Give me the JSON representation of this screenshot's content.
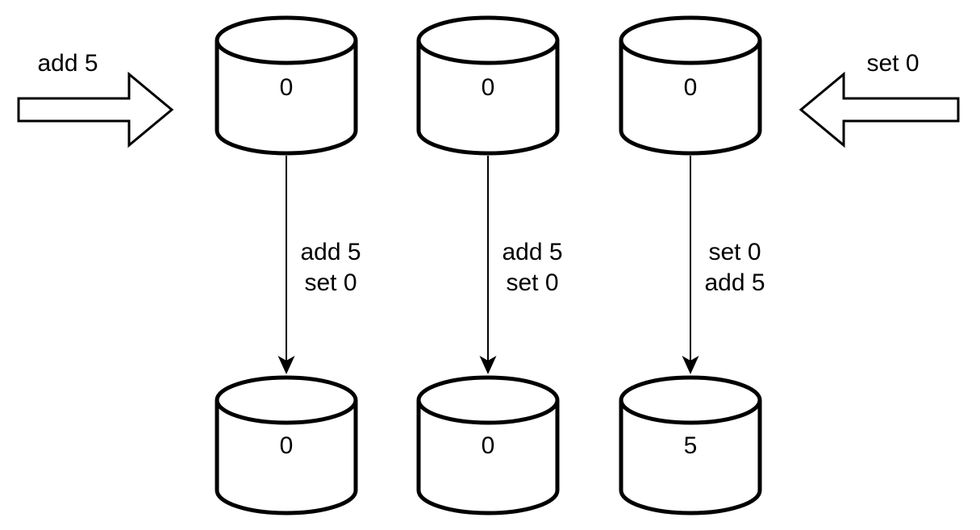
{
  "colors": {
    "background": "#ffffff",
    "line": "#000000",
    "shape_fill": "#ffffff",
    "text": "#000000"
  },
  "inbound_operations": {
    "left": {
      "label": "add 5",
      "arrow_direction": "right"
    },
    "right": {
      "label": "set 0",
      "arrow_direction": "left"
    }
  },
  "replicas": [
    {
      "top_value": "0",
      "ops": [
        "add 5",
        "set 0"
      ],
      "bottom_value": "0"
    },
    {
      "top_value": "0",
      "ops": [
        "add 5",
        "set 0"
      ],
      "bottom_value": "0"
    },
    {
      "top_value": "0",
      "ops": [
        "set 0",
        "add 5"
      ],
      "bottom_value": "5"
    }
  ]
}
